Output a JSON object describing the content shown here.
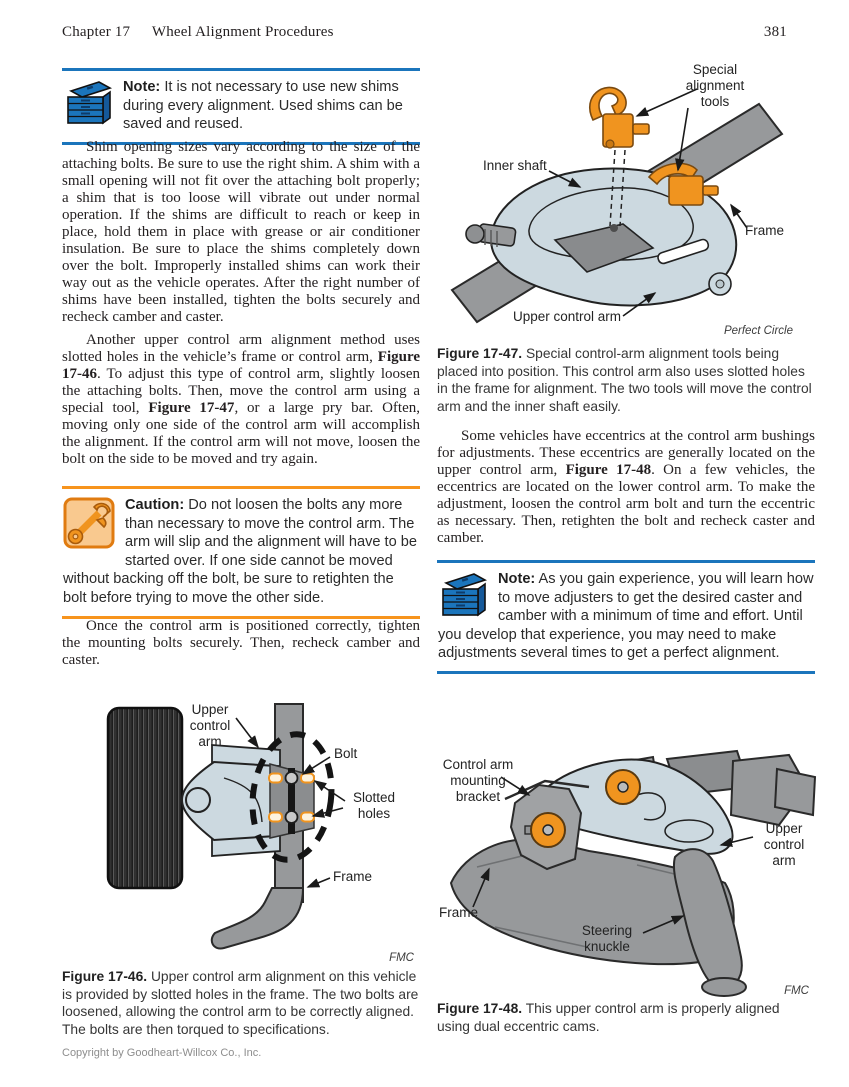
{
  "header": {
    "chapter": "Chapter 17",
    "title": "Wheel Alignment Procedures",
    "page_number": "381"
  },
  "footer": {
    "copyright": "Copyright by Goodheart-Willcox Co., Inc."
  },
  "boxes": {
    "note1": {
      "label": "Note:",
      "text": " It is not necessary to use new shims during every alignment. Used shims can be saved and reused."
    },
    "caution": {
      "label": "Caution:",
      "text": " Do not loosen the bolts any more than necessary to move the control arm. The arm will slip and the alignment will have to be started over. If one side cannot be moved without backing off the bolt, be sure to retighten the bolt before trying to move the other side."
    },
    "note2": {
      "label": "Note:",
      "text": " As you gain experience, you will learn how to move adjusters to get the desired caster and camber with a minimum of time and effort. Until you develop that experience, you may need to make adjustments several times to get a perfect alignment."
    }
  },
  "paragraphs": {
    "p1": "Shim opening sizes vary according to the size of the attaching bolts. Be sure to use the right shim. A shim with a small opening will not fit over the attaching bolt properly; a shim that is too loose will vibrate out under normal operation. If the shims are difficult to reach or keep in place, hold them in place with grease or air conditioner insulation. Be sure to place the shims completely down over the bolt. Improperly installed shims can work their way out as the vehicle operates. After the right number of shims have been installed, tighten the bolts securely and recheck camber and caster.",
    "p2_s0": "Another upper control arm alignment method uses slotted holes in the vehicle’s frame or control arm, ",
    "p2_b1": "Figure 17-46",
    "p2_s2": ". To adjust this type of control arm, slightly loosen the attaching bolts. Then, move the control arm using a special tool, ",
    "p2_b3": "Figure 17-47",
    "p2_s4": ", or a large pry bar. Often, moving only one side of the control arm will accomplish the alignment. If the control arm will not move, loosen the bolt on the side to be moved and try again.",
    "p3": "Once the control arm is positioned correctly, tighten the mounting bolts securely. Then, recheck camber and caster.",
    "p4_s0": "Some vehicles have eccentrics at the control arm bushings for adjustments. These eccentrics are generally located on the upper control arm, ",
    "p4_b1": "Figure 17-48",
    "p4_s2": ". On a few vehicles, the eccentrics are located on the lower control arm. To make the adjustment, loosen the control arm bolt and turn the eccentric as necessary. Then, retighten the bolt and recheck caster and camber."
  },
  "figures": {
    "fig46": {
      "labels": {
        "upper_control_arm": "Upper\ncontrol\narm",
        "bolt": "Bolt",
        "slotted_holes": "Slotted\nholes",
        "frame": "Frame"
      },
      "credit": "FMC",
      "caption_bold": "Figure 17-46.",
      "caption_text": " Upper control arm alignment on this vehicle is provided by slotted holes in the frame. The two bolts are loosened, allowing the control arm to be correctly aligned. The bolts are then torqued to specifications."
    },
    "fig47": {
      "labels": {
        "special_tools": "Special\nalignment\ntools",
        "inner_shaft": "Inner shaft",
        "frame": "Frame",
        "upper_control_arm": "Upper control arm"
      },
      "credit": "Perfect Circle",
      "caption_bold": "Figure 17-47.",
      "caption_text": " Special control-arm alignment tools being placed into position. This control arm also uses slotted holes in the frame for alignment. The two tools will move the control arm and the inner shaft easily."
    },
    "fig48": {
      "labels": {
        "mounting_bracket": "Control arm\nmounting\nbracket",
        "upper_control_arm": "Upper\ncontrol\narm",
        "frame": "Frame",
        "steering_knuckle": "Steering\nknuckle"
      },
      "credit": "FMC",
      "caption_bold": "Figure 17-48.",
      "caption_text": " This upper control arm is properly aligned using dual eccentric cams."
    }
  },
  "colors": {
    "note_rule": "#1b75bc",
    "caution_rule": "#f7941d",
    "toolbox_blue": "#1b75bc",
    "tool_orange": "#f0941f",
    "arm_blue": "#ccd9e0",
    "frame_gray": "#97999b"
  }
}
